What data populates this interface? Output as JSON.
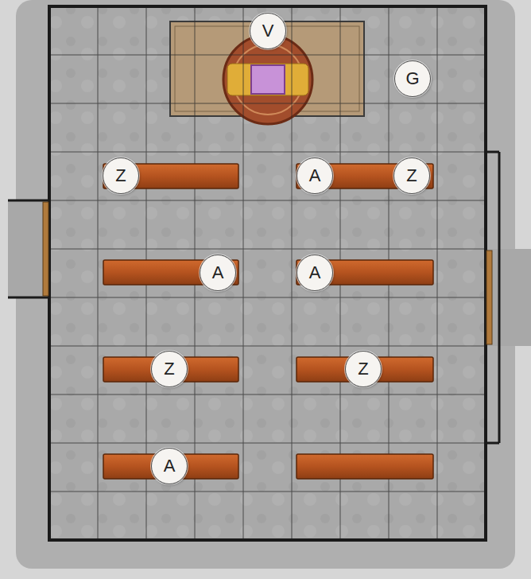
{
  "diagram": {
    "nodes": [
      {
        "text": [
          "V"
        ]
      },
      {
        "text": [
          "G"
        ]
      },
      {
        "text": [
          "Z"
        ]
      },
      {
        "text": [
          "A"
        ]
      },
      {
        "text": [
          "Z"
        ]
      },
      {
        "text": [
          "A"
        ]
      },
      {
        "text": [
          "A"
        ]
      },
      {
        "text": [
          "Z"
        ]
      },
      {
        "text": [
          "Z"
        ]
      },
      {
        "text": [
          "A"
        ]
      }
    ]
  }
}
